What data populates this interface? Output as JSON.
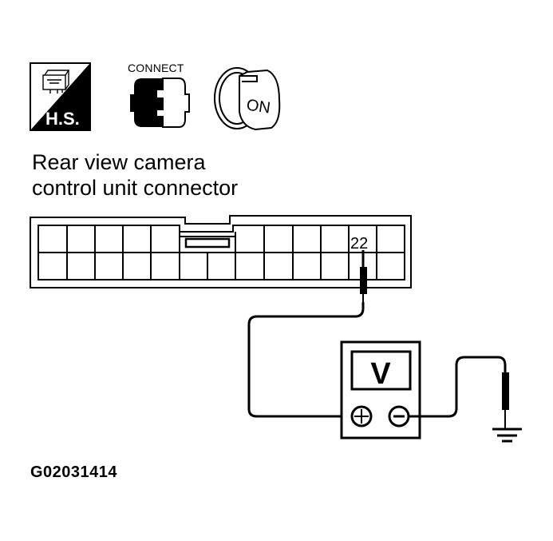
{
  "icons": {
    "harness_sensor": {
      "label": "H.S.",
      "icon": "harness-sensor-icon"
    },
    "connect": {
      "label": "CONNECT",
      "icon": "connector-connect-icon"
    },
    "ignition": {
      "label": "ON",
      "icon": "ignition-key-on-icon"
    }
  },
  "title": {
    "line1": "Rear view camera",
    "line2": "control unit connector"
  },
  "connector": {
    "terminal_label": "22",
    "rows": 2,
    "top_row_cells": 11,
    "bottom_row_cells": 13
  },
  "meter": {
    "display": "V",
    "positive_terminal": "+",
    "negative_terminal": "−"
  },
  "ground": {
    "icon": "ground-icon"
  },
  "figure_id": "G02031414",
  "colors": {
    "line": "#000000",
    "background": "#ffffff"
  }
}
